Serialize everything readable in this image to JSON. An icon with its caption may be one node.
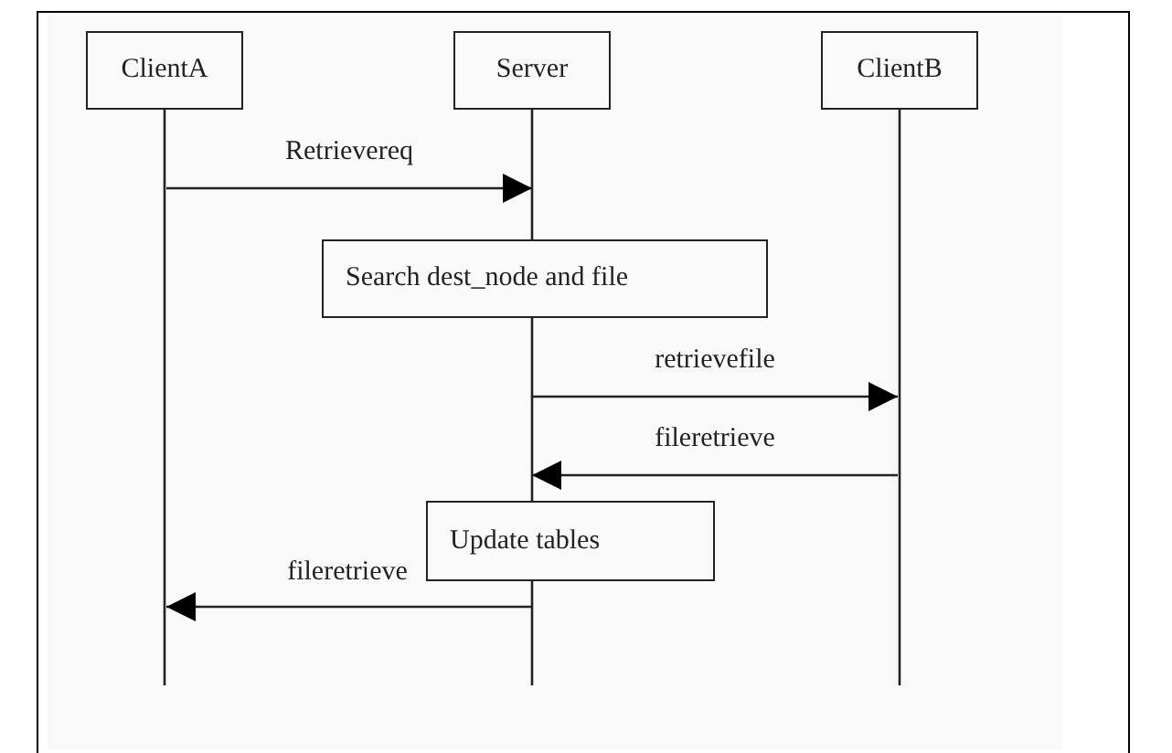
{
  "diagram": {
    "nodes": [
      {
        "text": [
          "ClientA"
        ]
      },
      {
        "text": [
          "Server"
        ]
      },
      {
        "text": [
          "ClientB"
        ]
      },
      {
        "text": [
          "Search dest_node and file"
        ]
      },
      {
        "text": [
          "Update tables"
        ]
      }
    ],
    "edges": [
      {
        "from": 0,
        "to": 1,
        "arrow": "to",
        "label": "Retrievereq"
      },
      {
        "from": 1,
        "to": 2,
        "arrow": "to",
        "label": "retrievefile"
      },
      {
        "from": 2,
        "to": 1,
        "arrow": "to",
        "label": "fileretrieve"
      },
      {
        "from": 1,
        "to": 0,
        "arrow": "to",
        "label": "fileretrieve"
      }
    ]
  }
}
